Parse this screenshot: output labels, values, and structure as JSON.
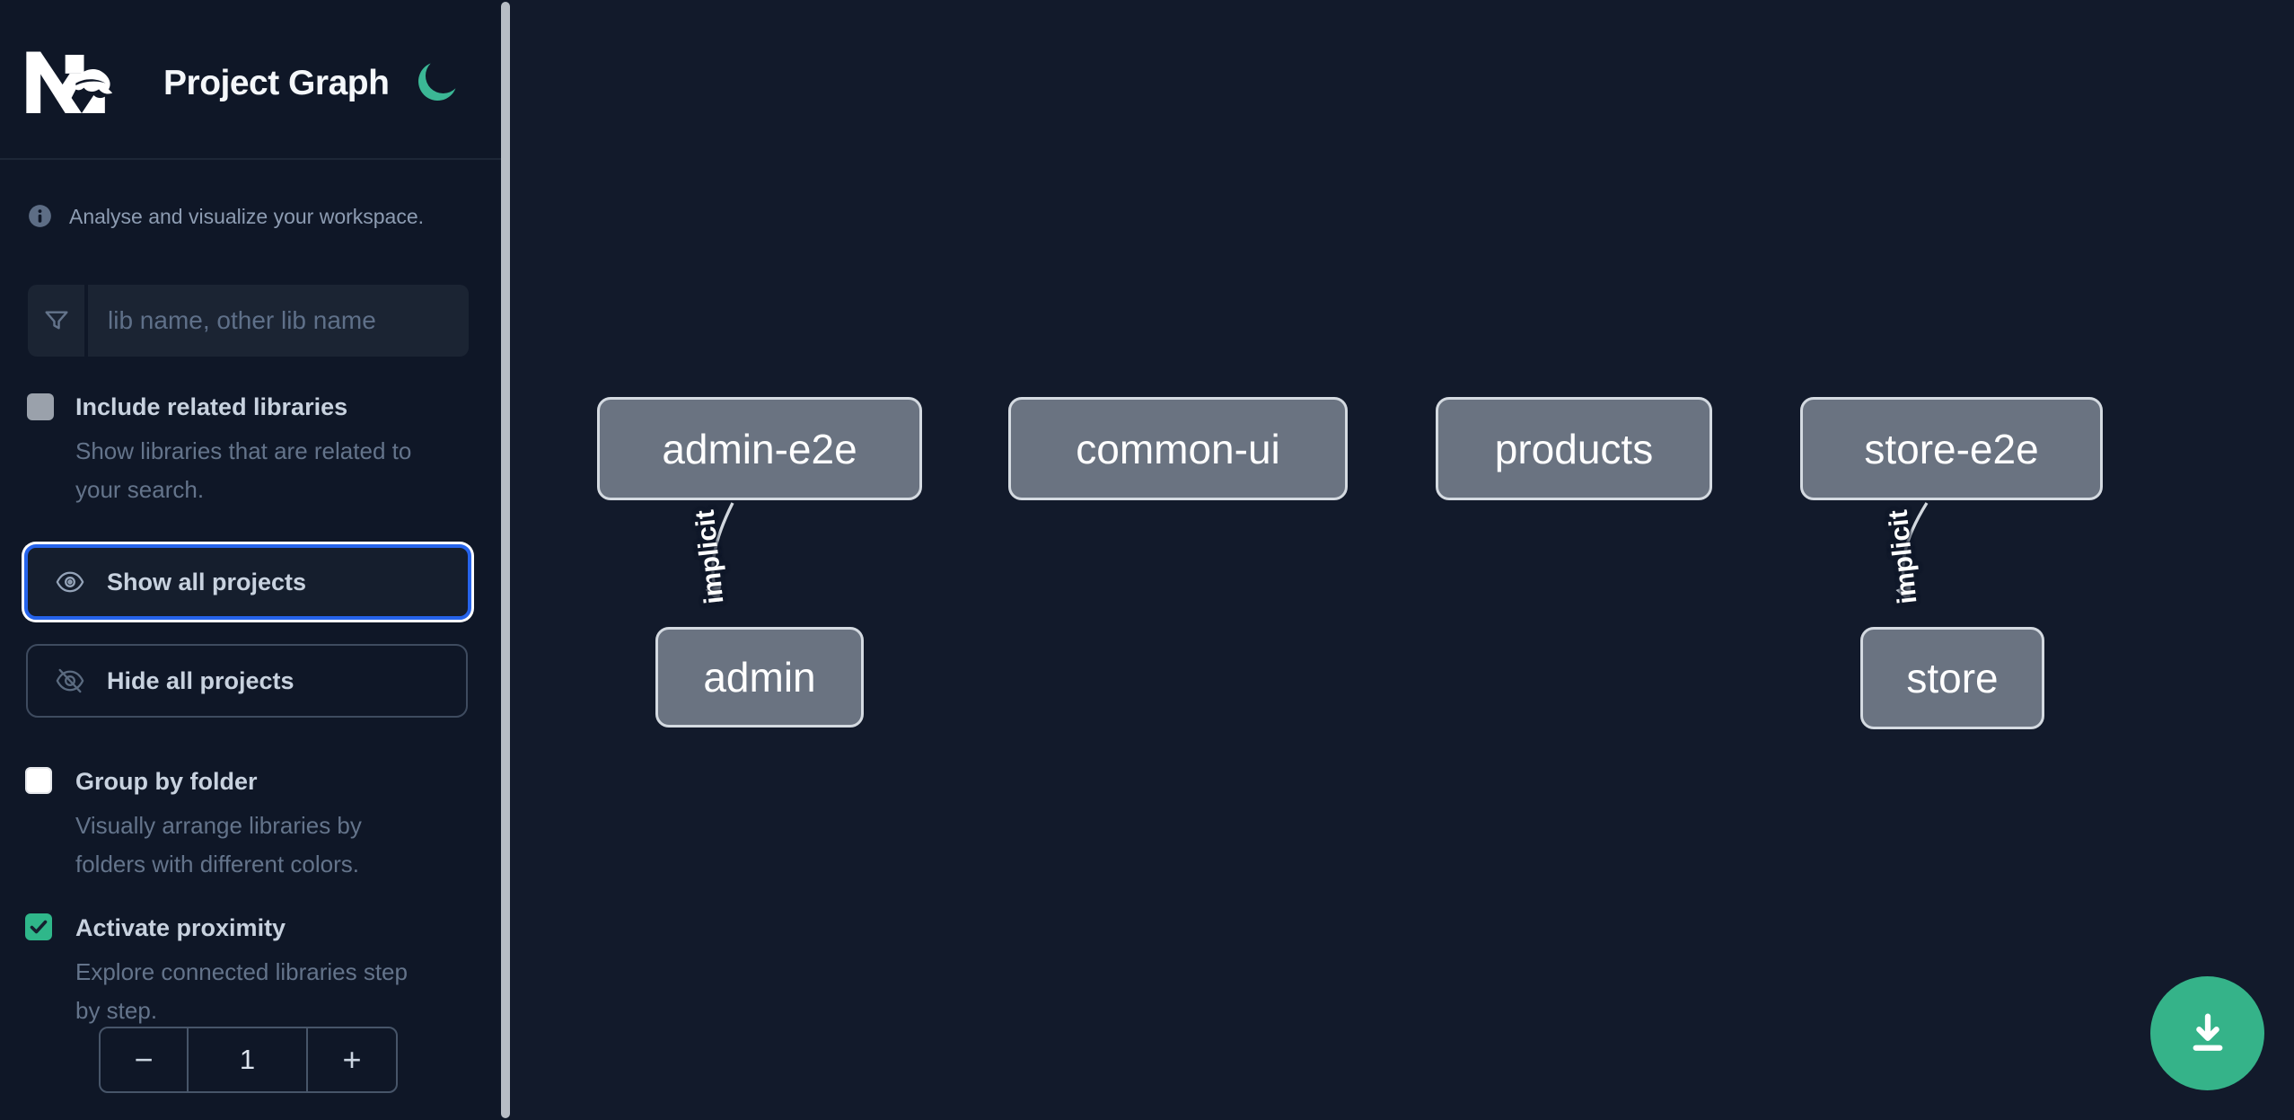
{
  "header": {
    "app_title": "Project Graph"
  },
  "sidebar": {
    "tagline": "Analyse and visualize your workspace.",
    "search_placeholder": "lib name, other lib name",
    "include_related": {
      "label": "Include related libraries",
      "desc1": "Show libraries that are related to",
      "desc2": "your search.",
      "checked": false
    },
    "show_all_label": "Show all projects",
    "hide_all_label": "Hide all projects",
    "group_folder": {
      "label": "Group by folder",
      "desc1": "Visually arrange libraries by",
      "desc2": "folders with different colors.",
      "checked": false
    },
    "proximity": {
      "label": "Activate proximity",
      "desc1": "Explore connected libraries step",
      "desc2": "by step.",
      "checked": true
    },
    "stepper": {
      "decrement": "−",
      "value": "1",
      "increment": "+"
    }
  },
  "graph": {
    "nodes": [
      {
        "label": "admin-e2e"
      },
      {
        "label": "common-ui"
      },
      {
        "label": "products"
      },
      {
        "label": "store-e2e"
      },
      {
        "label": "admin"
      },
      {
        "label": "store"
      }
    ],
    "edges": [
      {
        "from": "admin-e2e",
        "to": "admin",
        "label": "implicit"
      },
      {
        "from": "store-e2e",
        "to": "store",
        "label": "implicit"
      }
    ]
  },
  "colors": {
    "sidebar_bg": "#0f1727",
    "canvas_bg": "#121a2b",
    "accent_green": "#35b389",
    "focus_blue": "#2563eb",
    "node_fill": "#6a7381",
    "node_border": "#d4dae1",
    "edge_gray": "#d2d8df"
  }
}
